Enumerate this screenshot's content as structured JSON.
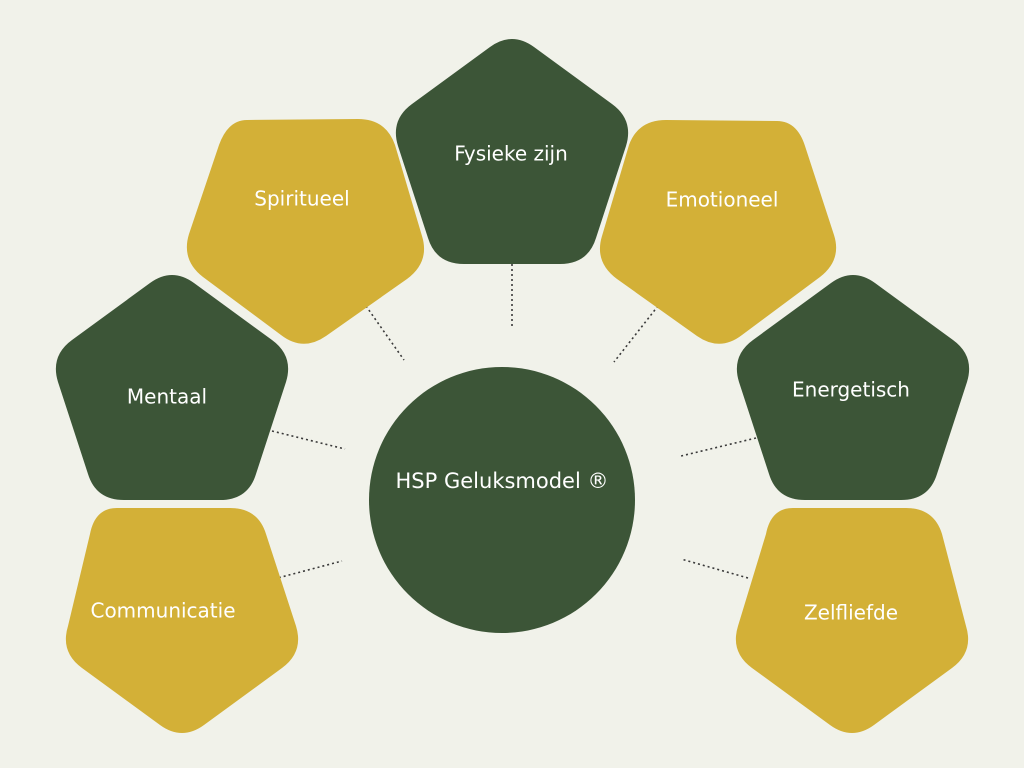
{
  "colors": {
    "background": "#f1f2ea",
    "green": "#3c5537",
    "gold": "#d3b037",
    "text": "#ffffff",
    "connector": "#3a3a3a"
  },
  "center": {
    "label": "HSP Geluksmodel ®",
    "color": "green"
  },
  "nodes": [
    {
      "id": "fysieke-zijn",
      "label": "Fysieke zijn",
      "color": "green"
    },
    {
      "id": "spiritueel",
      "label": "Spiritueel",
      "color": "gold"
    },
    {
      "id": "emotioneel",
      "label": "Emotioneel",
      "color": "gold"
    },
    {
      "id": "mentaal",
      "label": "Mentaal",
      "color": "green"
    },
    {
      "id": "energetisch",
      "label": "Energetisch",
      "color": "green"
    },
    {
      "id": "communicatie",
      "label": "Communicatie",
      "color": "gold"
    },
    {
      "id": "zelfliefde",
      "label": "Zelfliefde",
      "color": "gold"
    }
  ]
}
